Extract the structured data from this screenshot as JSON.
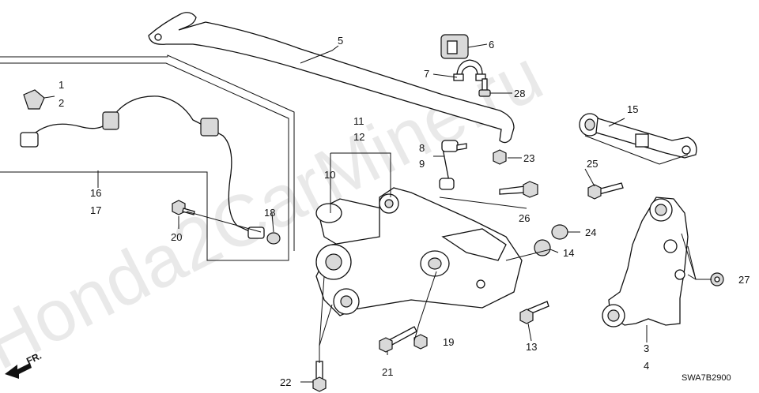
{
  "watermark": "Honda2CarMine.ru",
  "diagram_code": "SWA7B2900",
  "direction_label": "FR.",
  "callouts": {
    "c1": "1",
    "c2": "2",
    "c3": "3",
    "c4": "4",
    "c5": "5",
    "c6": "6",
    "c7": "7",
    "c8": "8",
    "c9": "9",
    "c10": "10",
    "c11": "11",
    "c12": "12",
    "c13": "13",
    "c14": "14",
    "c15": "15",
    "c16": "16",
    "c17": "17",
    "c18": "18",
    "c19": "19",
    "c20": "20",
    "c21": "21",
    "c22": "22",
    "c23": "23",
    "c24": "24",
    "c25": "25",
    "c26": "26",
    "c27": "27",
    "c28": "28"
  }
}
